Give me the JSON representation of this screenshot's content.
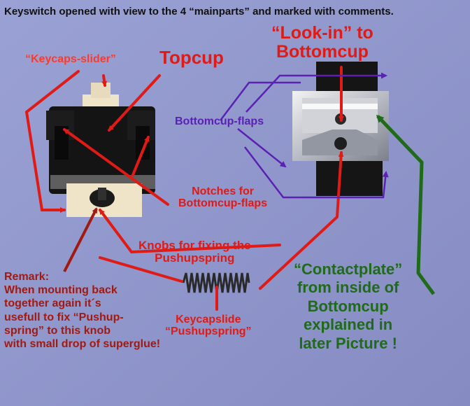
{
  "title": "Keyswitch opened with view to the 4 “mainparts” and marked with comments.",
  "labels": {
    "keycaps_slider": "“Keycaps-slider”",
    "topcup": "Topcup",
    "look_in": [
      "“Look-in” to",
      "Bottomcup"
    ],
    "bottomcup_flaps": "Bottomcup-flaps",
    "notches": [
      "Notches for",
      "Bottomcup-flaps"
    ],
    "knobs": [
      "Knobs for fixing the",
      "Pushupspring"
    ],
    "remark": [
      "Remark:",
      "When mounting back",
      "together again it´s",
      "usefull to fix “Pushup-",
      "spring” to this knob",
      "with small drop of superglue!"
    ],
    "keycapslide": [
      "Keycapslide",
      "“Pushupspring”"
    ],
    "contactplate": [
      "“Contactplate”",
      "from inside of",
      "Bottomcup",
      "explained in",
      "later Picture !"
    ]
  },
  "colors": {
    "background": "#8f96cc",
    "red": "#e01a14",
    "dark_red": "#a11a12",
    "purple": "#5a21b3",
    "green": "#1f6b1a"
  }
}
